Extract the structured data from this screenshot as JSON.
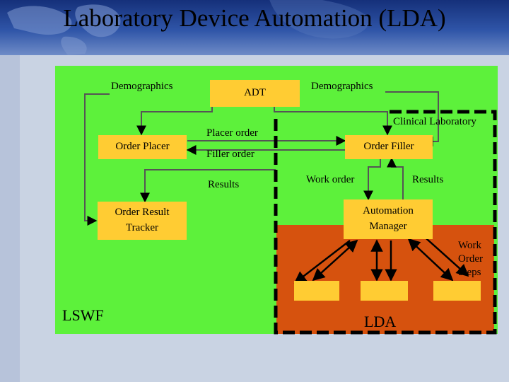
{
  "slide": {
    "title": "Laboratory Device Automation (LDA)"
  },
  "diagram": {
    "top_left_label": "Demographics",
    "top_right_label": "Demographics",
    "adt": "ADT",
    "clinical_lab": "Clinical Laboratory",
    "order_placer": "Order Placer",
    "placer_order": "Placer order",
    "filler_order": "Filler order",
    "results_left": "Results",
    "order_filler": "Order Filler",
    "work_order": "Work order",
    "results_right": "Results",
    "order_result_tracker": "Order Result Tracker",
    "automation_manager": "Automation Manager",
    "work_order_steps": "Work Order Steps",
    "lswf": "LSWF",
    "lda": "LDA"
  },
  "colors": {
    "green_region": "#5df13b",
    "orange_region": "#d6520e",
    "actor_box": "#ffcc33",
    "banner": "#2f55a8"
  }
}
